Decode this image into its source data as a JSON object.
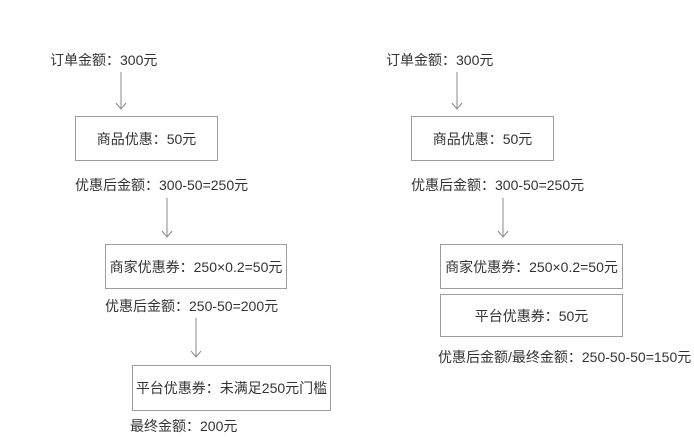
{
  "diagram": {
    "title": "coupon-discount-flow-comparison",
    "colors": {
      "background": "#ffffff",
      "text": "#333333",
      "box_border": "#9e9e9e",
      "arrow": "#8a8a8a"
    },
    "left_flow": {
      "order_amount": "订单金额：300元",
      "product_discount_box": "商品优惠：50元",
      "after_product_discount": "优惠后金额：300-50=250元",
      "merchant_coupon_box": "商家优惠券：250×0.2=50元",
      "after_merchant_coupon": "优惠后金额：250-50=200元",
      "platform_coupon_box": "平台优惠券：未满足250元门槛",
      "final_amount": "最终金额：200元"
    },
    "right_flow": {
      "order_amount": "订单金额：300元",
      "product_discount_box": "商品优惠：50元",
      "after_product_discount": "优惠后金额：300-50=250元",
      "merchant_coupon_box": "商家优惠券：250×0.2=50元",
      "platform_coupon_box": "平台优惠券：50元",
      "final_amount": "优惠后金额/最终金额：250-50-50=150元"
    }
  }
}
